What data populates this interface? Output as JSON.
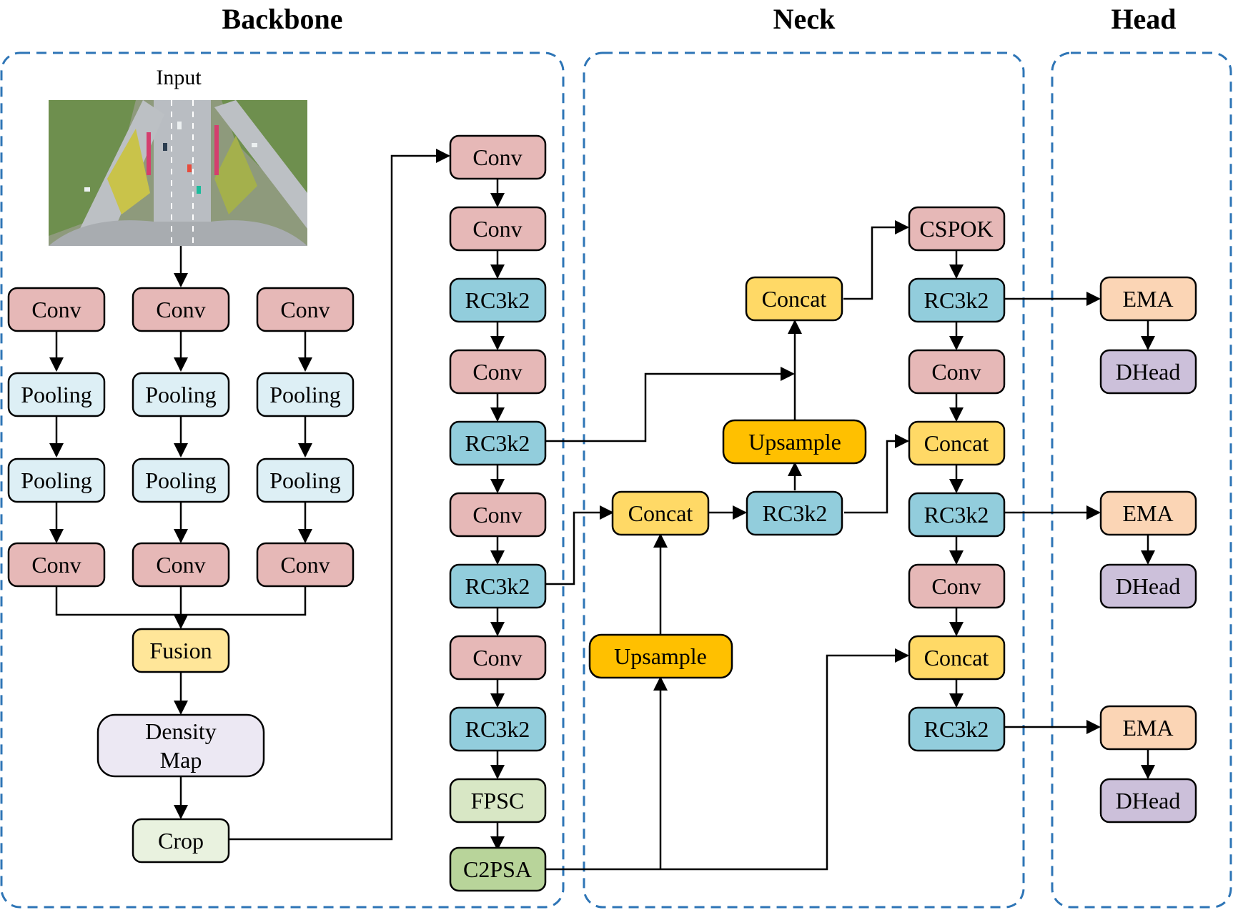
{
  "sections": {
    "backbone": "Backbone",
    "neck": "Neck",
    "head": "Head"
  },
  "input_label": "Input",
  "colors": {
    "conv": "#E6B8B7",
    "pooling": "#DDEFF5",
    "fusion": "#FFE699",
    "density": "#ECE8F3",
    "crop": "#E9F2DF",
    "rc3k2": "#92CDDC",
    "fpsc": "#D8E7C5",
    "c2psa": "#B8D49A",
    "concat": "#FFD966",
    "upsample": "#FFC000",
    "cspok": "#E6B8B7",
    "ema": "#FBD5B5",
    "dhead": "#CCC0DA",
    "dashed_border": "#2E75B6"
  },
  "nodes": {
    "b_conv_a1": "Conv",
    "b_conv_b1": "Conv",
    "b_conv_c1": "Conv",
    "b_pool_a1": "Pooling",
    "b_pool_b1": "Pooling",
    "b_pool_c1": "Pooling",
    "b_pool_a2": "Pooling",
    "b_pool_b2": "Pooling",
    "b_pool_c2": "Pooling",
    "b_conv_a2": "Conv",
    "b_conv_b2": "Conv",
    "b_conv_c2": "Conv",
    "fusion": "Fusion",
    "density_1": "Density",
    "density_2": "Map",
    "crop": "Crop",
    "m_conv1": "Conv",
    "m_conv2": "Conv",
    "m_rc1": "RC3k2",
    "m_conv3": "Conv",
    "m_rc2": "RC3k2",
    "m_conv4": "Conv",
    "m_rc3": "RC3k2",
    "m_conv5": "Conv",
    "m_rc4": "RC3k2",
    "fpsc": "FPSC",
    "c2psa": "C2PSA",
    "n_concat1": "Concat",
    "n_upsample1": "Upsample",
    "n_rc1": "RC3k2",
    "n_upsample2": "Upsample",
    "n_concat2": "Concat",
    "r_cspok": "CSPOK",
    "r_rc1": "RC3k2",
    "r_conv1": "Conv",
    "r_concat1": "Concat",
    "r_rc2": "RC3k2",
    "r_conv2": "Conv",
    "r_concat2": "Concat",
    "r_rc3": "RC3k2",
    "h_ema1": "EMA",
    "h_dhead1": "DHead",
    "h_ema2": "EMA",
    "h_dhead2": "DHead",
    "h_ema3": "EMA",
    "h_dhead3": "DHead"
  }
}
